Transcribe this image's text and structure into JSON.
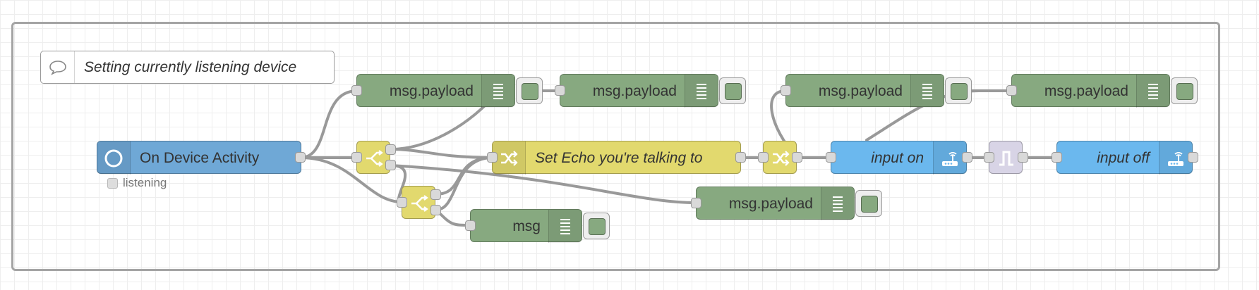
{
  "flow": {
    "comment": "Setting currently listening device",
    "nodes": {
      "device_activity": {
        "label": "On Device Activity",
        "status": "listening"
      },
      "set_echo": {
        "label": "Set Echo you're talking to"
      },
      "input_on": {
        "label": "input on"
      },
      "input_off": {
        "label": "input off"
      },
      "debug": {
        "d1": "msg.payload",
        "d2": "msg.payload",
        "d3": "msg.payload",
        "d4": "msg.payload",
        "d5": "msg.payload",
        "d6": "msg"
      }
    }
  },
  "colors": {
    "debug": "#87a980",
    "switch": "#e2d96e",
    "change": "#e2d96e",
    "sensor": "#6fa8d6",
    "home_assistant": "#6bb8ee",
    "trigger": "#d8d4e6",
    "wire": "#999999"
  },
  "icons": {
    "comment": "speech-bubble-icon",
    "sensor": "circle-icon",
    "switch": "switch-icon",
    "change": "shuffle-icon",
    "debug": "list-icon",
    "home_assistant": "router-icon",
    "trigger": "pulse-icon"
  }
}
